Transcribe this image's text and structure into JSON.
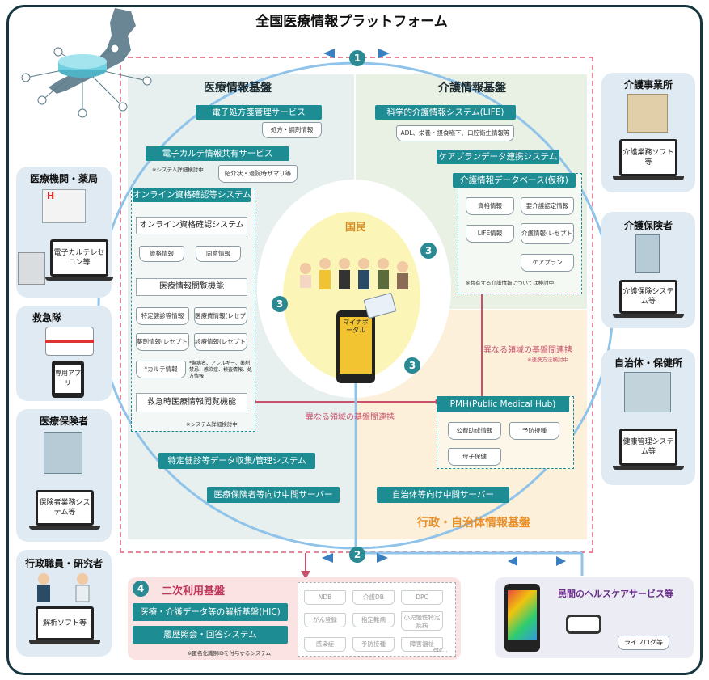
{
  "title": "全国医療情報プラットフォーム",
  "markers": {
    "one": "1",
    "two": "2",
    "three": "3",
    "four": "4"
  },
  "medical": {
    "title": "医療情報基盤",
    "eprescription": "電子処方箋管理サービス",
    "eprescription_db": "処方・調剤情報",
    "ekarte": "電子カルテ情報共有サービス",
    "ekarte_note": "※システム詳細検討中",
    "ekarte_db": "紹介状・退院時サマリ等",
    "online_outer": "オンライン資格確認等システム",
    "online_inner": "オンライン資格確認システム",
    "qual_info": "資格情報",
    "consent_info": "同意情報",
    "browse": "医療情報閲覧機能",
    "browse_items": [
      "特定健診等情報",
      "医療費情報(レセプト)",
      "薬剤情報(レセプト)",
      "診療情報(レセプト)",
      "*カルテ情報"
    ],
    "browse_note": "*傷病名、アレルギー、薬剤禁忌、感染症、検査情報、処方情報",
    "emergency_browse": "救急時医療情報閲覧機能",
    "emergency_note": "※システム詳細検討中",
    "checkup_sys": "特定健診等データ収集/管理システム",
    "insurer_server": "医療保険者等向け中間サーバー"
  },
  "care": {
    "title": "介護情報基盤",
    "life": "科学的介護情報システム(LIFE)",
    "life_db": "ADL、栄養・摂食嚥下、口腔衛生情報等",
    "careplan": "ケアプランデータ連携システム",
    "care_db": "介護情報データベース(仮称)",
    "care_items": [
      "資格情報",
      "要介護認定情報",
      "LIFE情報",
      "介護情報(レセプト)",
      "ケアプラン"
    ],
    "care_note": "※共有する介護情報については検討中"
  },
  "citizens": {
    "label": "国民",
    "portal": "マイナポータル"
  },
  "links": {
    "cross_right": "異なる領域の基盤間連携",
    "cross_right_note": "※連携方法検討中",
    "cross_center": "異なる領域の基盤間連携"
  },
  "admin": {
    "title": "行政・自治体情報基盤",
    "pmh": "PMH(Public Medical Hub)",
    "pmh_items": [
      "公費助成情報",
      "予防接種",
      "母子保健"
    ],
    "municipal_server": "自治体等向け中間サーバー"
  },
  "actors": {
    "care_office": "介護事業所",
    "care_office_sw": "介護業務ソフト等",
    "care_insurer": "介護保険者",
    "care_insurer_sys": "介護保険システム等",
    "municipality": "自治体・保健所",
    "municipality_sys": "健康管理システム等",
    "hospital": "医療機関・薬局",
    "hospital_sys": "電子カルテレセコン等",
    "ambulance": "救急隊",
    "ambulance_app": "専用アプリ",
    "insurer": "医療保険者",
    "insurer_sys": "保険者業務システム等",
    "researcher": "行政職員・研究者",
    "researcher_sw": "解析ソフト等"
  },
  "secondary": {
    "title": "二次利用基盤",
    "hic": "医療・介護データ等の解析基盤(HIC)",
    "history": "履歴照会・回答システム",
    "note": "※匿名化識別IDを付与するシステム",
    "dbs": [
      "NDB",
      "介護DB",
      "DPC",
      "がん登録",
      "指定難病",
      "小児慢性特定疾病",
      "感染症",
      "予防接種",
      "障害福祉",
      "etc..."
    ]
  },
  "private": {
    "title": "民間のヘルスケアサービス等",
    "lifelog": "ライフログ等"
  },
  "colors": {
    "teal": "#1e8c93",
    "frame": "#16363f",
    "circle": "#8fc3ea",
    "link": "#c7506b"
  }
}
